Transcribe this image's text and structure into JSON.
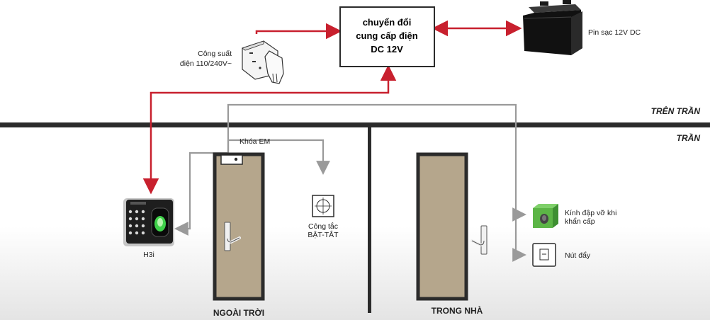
{
  "power_supply": {
    "line1": "chuyển đổi",
    "line2": "cung cấp điện",
    "line3": "DC 12V"
  },
  "battery": {
    "label": "Pin sạc 12V DC"
  },
  "power_input": {
    "line1": "Công suất",
    "line2": "điện 110/240V~"
  },
  "ceiling": {
    "above_label": "TRÊN TRẦN",
    "below_label": "TRẦN"
  },
  "em_lock": {
    "label": "Khóa EM"
  },
  "switch": {
    "line1": "Công tắc",
    "line2": "BẬT-TẮT"
  },
  "reader": {
    "label": "H3i"
  },
  "emergency_glass": {
    "line1": "Kính đập vỡ khi",
    "line2": "khẩn cấp"
  },
  "push_button": {
    "label": "Nút đẩy"
  },
  "zones": {
    "outside": "NGOÀI TRỜI",
    "inside": "TRONG NHÀ"
  },
  "colors": {
    "power_wire": "#c8202e",
    "signal_wire": "#9a9a9a",
    "ceiling_line": "#2b2b2b",
    "door_fill": "#b5a68c",
    "door_frame": "#2b2b2b",
    "emergency_green": "#5cb546"
  }
}
